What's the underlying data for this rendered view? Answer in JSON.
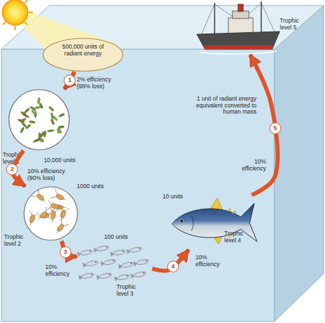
{
  "diagram": {
    "nodes": [
      {
        "text": [
          "500,000 units of radiant energy"
        ]
      },
      {
        "text": [
          "10,000 units",
          "Trophic level 1"
        ]
      },
      {
        "text": [
          "1000 units",
          "Trophic level 2"
        ]
      },
      {
        "text": [
          "100 units",
          "Trophic level 3"
        ]
      },
      {
        "text": [
          "10 units",
          "Trophic level 4"
        ]
      },
      {
        "text": [
          "Trophic level 5"
        ]
      }
    ],
    "edges": [
      {
        "from": 0,
        "to": 1,
        "label": "1",
        "arrow": "to"
      },
      {
        "from": 1,
        "to": 2,
        "label": "2",
        "arrow": "to"
      },
      {
        "from": 2,
        "to": 3,
        "label": "3",
        "arrow": "to"
      },
      {
        "from": 3,
        "to": 4,
        "label": "4",
        "arrow": "to"
      },
      {
        "from": 4,
        "to": 5,
        "label": "5",
        "arrow": "to"
      }
    ],
    "labels": [
      "2% efficiency (98% loss)",
      "10% efficiency (90% loss)",
      "10% efficiency",
      "10% efficiency",
      "10% efficiency",
      "1 unit of radiant energy equivalent converted to human mass"
    ]
  }
}
